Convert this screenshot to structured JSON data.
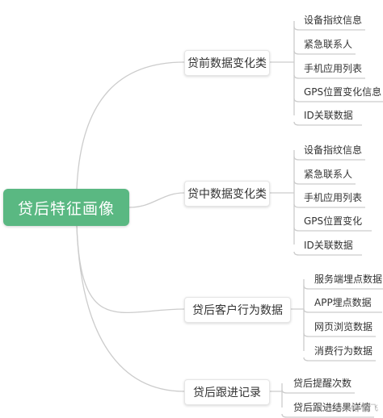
{
  "diagram": {
    "root": {
      "label": "贷后特征画像",
      "color": "#5ab882"
    },
    "branches": [
      {
        "label": "贷前数据变化类",
        "leaves": [
          "设备指纹信息",
          "紧急联系人",
          "手机应用列表",
          "GPS位置变化信息",
          "ID关联数据"
        ]
      },
      {
        "label": "贷中数据变化类",
        "leaves": [
          "设备指纹信息",
          "紧急联系人",
          "手机应用列表",
          "GPS位置变化",
          "ID关联数据"
        ]
      },
      {
        "label": "贷后客户行为数据",
        "leaves": [
          "服务端埋点数据",
          "APP埋点数据",
          "网页浏览数据",
          "消费行为数据"
        ]
      },
      {
        "label": "贷后跟进记录",
        "leaves": [
          "贷后提醒次数",
          "贷后跟进结果详情"
        ]
      }
    ],
    "line_color": "#cccccc"
  },
  "watermark": "CSDN @草帽-路飞"
}
